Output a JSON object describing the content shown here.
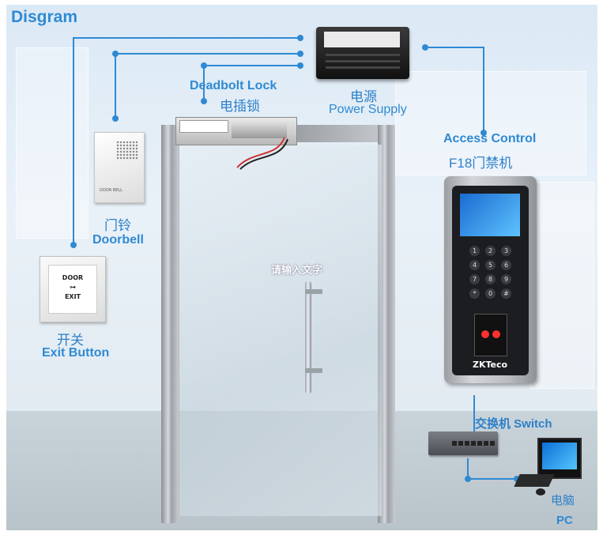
{
  "title": "Disgram",
  "door_overlay_text": "请输入文字",
  "devices": {
    "deadbolt_lock": {
      "en": "Deadbolt Lock",
      "zh": "电插锁",
      "icon": "deadbolt-lock-icon"
    },
    "power_supply": {
      "en": "Power Supply",
      "zh": "电源",
      "icon": "power-supply-icon"
    },
    "access_control": {
      "en": "Access Control",
      "zh": "F18门禁机",
      "icon": "access-control-terminal-icon"
    },
    "doorbell": {
      "en": "Doorbell",
      "zh": "门铃",
      "icon": "doorbell-icon"
    },
    "exit_button": {
      "en": "Exit Button",
      "zh": "开关",
      "icon": "exit-button-icon"
    },
    "switch": {
      "label": "交换机  Switch",
      "icon": "network-switch-icon"
    },
    "pc": {
      "en": "PC",
      "zh": "电脑",
      "icon": "pc-icon"
    }
  },
  "device_print": {
    "doorbell_text": "DOOR BELL",
    "exit_line1": "DOOR",
    "exit_line2": "EXIT",
    "terminal_brand": "ZKTeco",
    "keypad": [
      "1",
      "2",
      "3",
      "4",
      "5",
      "6",
      "7",
      "8",
      "9",
      "*",
      "0",
      "#"
    ]
  },
  "colors": {
    "label_blue": "#2f8ad3",
    "line_blue": "#2f8ad3"
  }
}
